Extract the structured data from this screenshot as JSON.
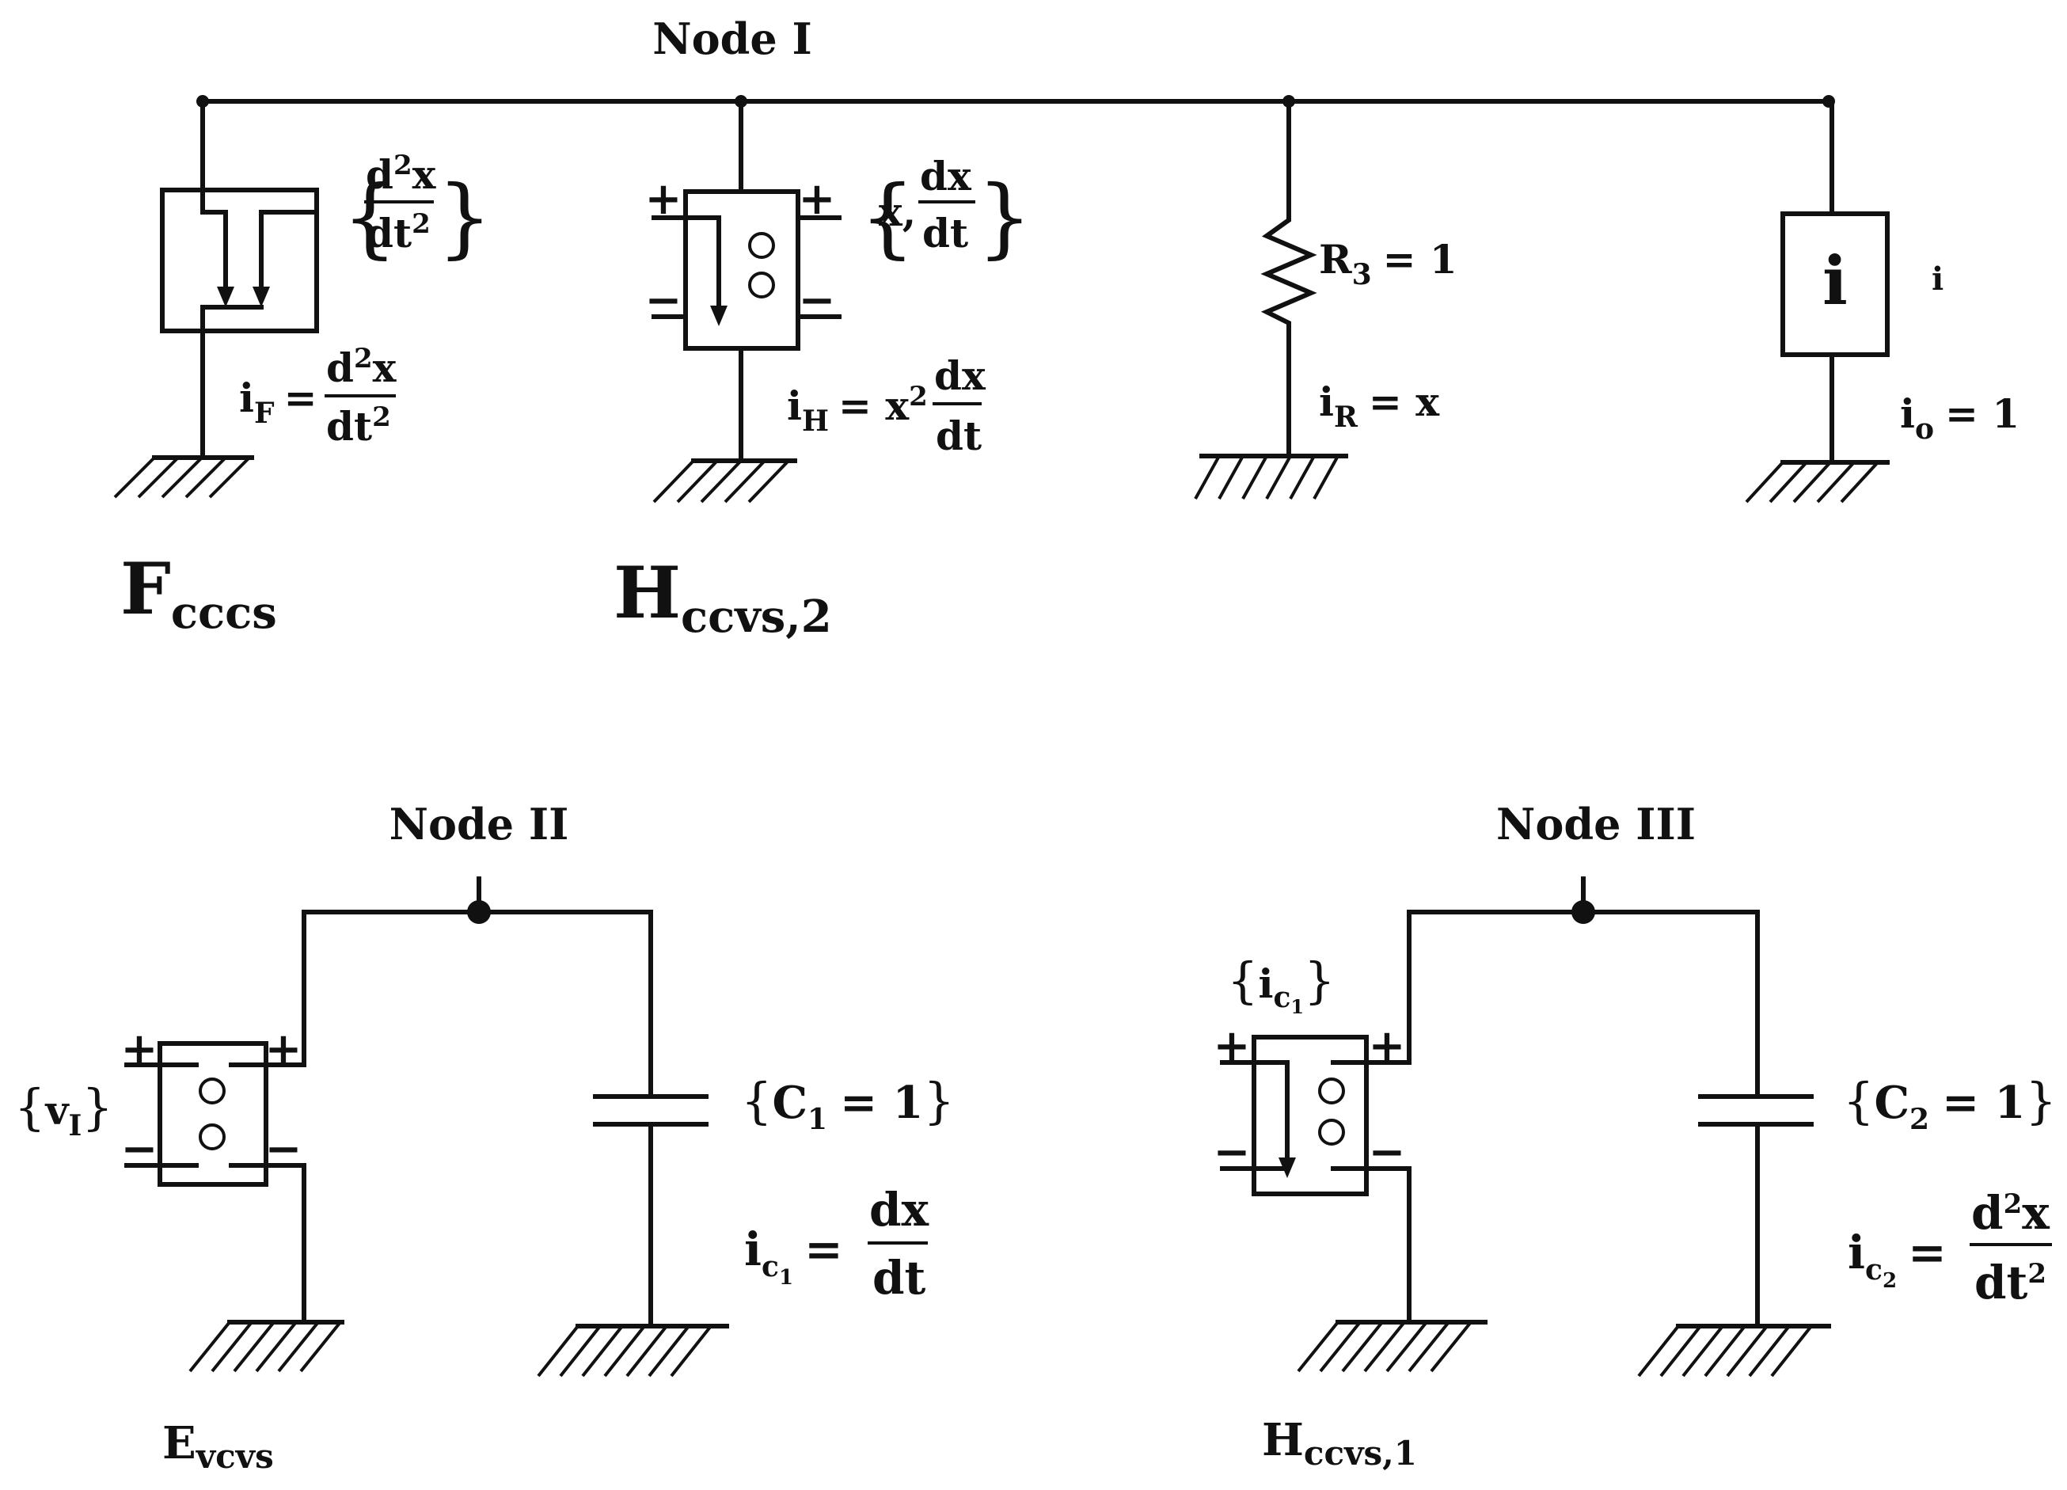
{
  "nodes": {
    "node1": "Node I",
    "node2": "Node II",
    "node3": "Node III"
  },
  "elements": {
    "f_cccs": {
      "main": "F",
      "sub": "cccs"
    },
    "h_ccvs2": {
      "main": "H",
      "sub": "ccvs,2"
    },
    "e_vcvs": {
      "main": "E",
      "sub": "vcvs"
    },
    "h_ccvs1": {
      "main": "H",
      "sub": "ccvs,1"
    },
    "r3": {
      "main": "R",
      "sub": "3",
      "rhs": "= 1"
    },
    "current_source": {
      "symbol": "i",
      "side": "i"
    }
  },
  "labels": {
    "f_param": {
      "num": "d",
      "num_sup": "2",
      "num_end": "x",
      "den": "dt",
      "den_sup": "2"
    },
    "h2_param": {
      "pre": "x,",
      "num": "dx",
      "den": "dt"
    },
    "iF": {
      "i": "i",
      "sub": "F",
      "eq": "=",
      "num": "d",
      "num_sup": "2",
      "num_end": "x",
      "den": "dt",
      "den_sup": "2"
    },
    "iH": {
      "i": "i",
      "sub": "H",
      "eq": "= x",
      "sup": "2",
      "num": "dx",
      "den": "dt"
    },
    "iR": {
      "i": "i",
      "sub": "R",
      "rhs": "= x"
    },
    "io": {
      "i": "i",
      "sub": "o",
      "rhs": "= 1"
    },
    "vI": {
      "v": "v",
      "sub": "I"
    },
    "ic1_ctrl": {
      "i": "i",
      "sub": "c",
      "subsub": "1"
    },
    "c1": {
      "c": "C",
      "sub": "1",
      "rhs": "= 1"
    },
    "c2": {
      "c": "C",
      "sub": "2",
      "rhs": "= 1"
    },
    "ic1": {
      "i": "i",
      "sub": "c",
      "subsub": "1",
      "eq": "=",
      "num": "dx",
      "den": "dt"
    },
    "ic2": {
      "i": "i",
      "sub": "c",
      "subsub": "2",
      "eq": "=",
      "num": "d",
      "num_sup": "2",
      "num_end": "x",
      "den": "dt",
      "den_sup": "2"
    }
  },
  "signs": {
    "plus": "+",
    "minus": "−"
  },
  "braces": {
    "open": "{",
    "close": "}",
    "open_m": "(",
    "close_m": ")"
  }
}
